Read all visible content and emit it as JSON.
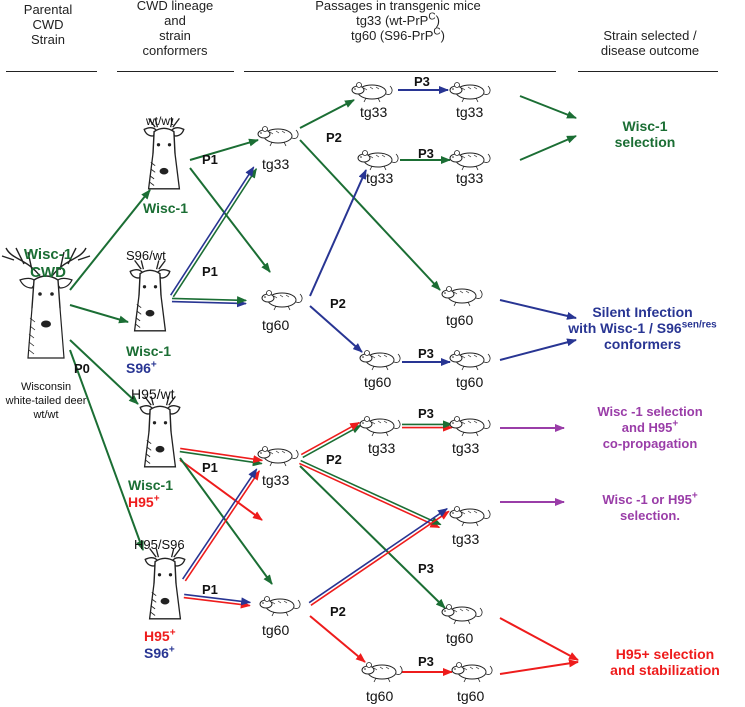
{
  "headers": {
    "col1": [
      "Parental",
      "CWD",
      "Strain"
    ],
    "col2": [
      "CWD lineage",
      "and",
      "strain",
      "conformers"
    ],
    "col3_line1": "Passages in transgenic mice",
    "col3_line2": "tg33 (wt-PrP",
    "col3_line2_sup": "C",
    "col3_line2_end": ")",
    "col3_line3": "tg60 (S96-PrP",
    "col3_line3_sup": "C",
    "col3_line3_end": ")",
    "col4": [
      "Strain selected  /",
      "disease outcome"
    ]
  },
  "parental": {
    "name_line1": "Wisc-1",
    "name_line2": "CWD",
    "source_line1": "Wisconsin",
    "source_line2": "white-tailed deer",
    "source_line3": "wt/wt",
    "passage": "P0"
  },
  "lineages": [
    {
      "genotype": "wt/wt",
      "strain_line1": "Wisc-1",
      "strain_line2": ""
    },
    {
      "genotype": "S96/wt",
      "strain_line1": "Wisc-1",
      "strain_line2": "S96",
      "strain_line2_sup": "+"
    },
    {
      "genotype": "H95/wt",
      "strain_line1": "Wisc-1",
      "strain_line2": "H95",
      "strain_line2_sup": "+"
    },
    {
      "genotype": "H95/S96",
      "strain_line1": "H95",
      "strain_line1_sup": "+",
      "strain_line2": "S96",
      "strain_line2_sup": "+"
    }
  ],
  "passages": {
    "p1": "P1",
    "p2": "P2",
    "p3": "P3"
  },
  "mice": {
    "tg33": "tg33",
    "tg60": "tg60"
  },
  "outcomes": {
    "o1": [
      "Wisc-1",
      "selection"
    ],
    "o2_line1": "Silent Infection",
    "o2_line2": "with Wisc-1 / S96",
    "o2_line2_sup": "sen/res",
    "o2_line3": "conformers",
    "o3_line1": "Wisc -1 selection",
    "o3_line2": "and H95",
    "o3_line2_sup": "+",
    "o3_line3": "co-propagation",
    "o4_line1": "Wisc -1 or H95",
    "o4_line1_sup": "+",
    "o4_line2": "selection.",
    "o5": [
      "H95+ selection",
      "and stabilization"
    ]
  },
  "colors": {
    "green": "#1b6e34",
    "blue": "#283593",
    "red": "#ee1c1c",
    "purple": "#9a3da8",
    "ink": "#222222"
  }
}
